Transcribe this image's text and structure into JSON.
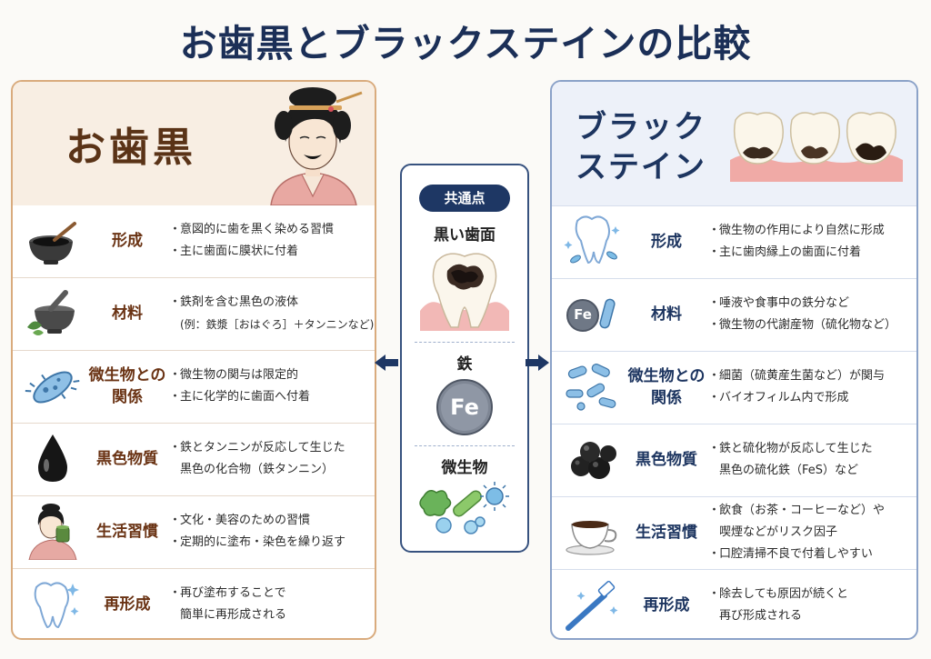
{
  "title": "お歯黒とブラックステインの比較",
  "left": {
    "header": "お歯黒",
    "rows": [
      {
        "label": "形成",
        "bullets": [
          "意図的に歯を黒く染める習慣",
          "主に歯面に膜状に付着"
        ]
      },
      {
        "label": "材料",
        "bullets": [
          "鉄剤を含む黒色の液体",
          "(例：鉄漿［おはぐろ］＋タンニンなど)"
        ]
      },
      {
        "label": "微生物との関係",
        "bullets": [
          "微生物の関与は限定的",
          "主に化学的に歯面へ付着"
        ]
      },
      {
        "label": "黒色物質",
        "bullets": [
          "鉄とタンニンが反応して生じた",
          "黒色の化合物（鉄タンニン）"
        ]
      },
      {
        "label": "生活習慣",
        "bullets": [
          "文化・美容のための習慣",
          "定期的に塗布・染色を繰り返す"
        ]
      },
      {
        "label": "再形成",
        "bullets": [
          "再び塗布することで",
          "簡単に再形成される"
        ]
      }
    ]
  },
  "right": {
    "header_line1": "ブラック",
    "header_line2": "ステイン",
    "rows": [
      {
        "label": "形成",
        "bullets": [
          "微生物の作用により自然に形成",
          "主に歯肉縁上の歯面に付着"
        ]
      },
      {
        "label": "材料",
        "bullets": [
          "唾液や食事中の鉄分など",
          "微生物の代謝産物（硫化物など）"
        ]
      },
      {
        "label": "微生物との関係",
        "bullets": [
          "細菌（硫黄産生菌など）が関与",
          "バイオフィルム内で形成"
        ]
      },
      {
        "label": "黒色物質",
        "bullets": [
          "鉄と硫化物が反応して生じた",
          "黒色の硫化鉄（FeS）など"
        ]
      },
      {
        "label": "生活習慣",
        "bullets": [
          "飲食（お茶・コーヒーなど）や",
          "喫煙などがリスク因子",
          "口腔清掃不良で付着しやすい"
        ]
      },
      {
        "label": "再形成",
        "bullets": [
          "除去しても原因が続くと",
          "再び形成される"
        ]
      }
    ]
  },
  "center": {
    "badge": "共通点",
    "items": [
      "黒い歯面",
      "鉄",
      "微生物"
    ],
    "fe_symbol": "Fe"
  },
  "bullet_char": "・",
  "colors": {
    "left_border": "#d9ab7d",
    "right_border": "#8ba2c8",
    "title": "#1b2f57",
    "left_label": "#6a3314",
    "right_label": "#1d3560"
  },
  "icons": {
    "left": [
      "mortar-icon",
      "mortar-herb-icon",
      "microbe-icon",
      "black-drop-icon",
      "woman-drinking-icon",
      "tooth-sparkle-icon"
    ],
    "right": [
      "tooth-bacteria-icon",
      "iron-fe-icon",
      "bacteria-cluster-icon",
      "black-spheres-icon",
      "coffee-cup-icon",
      "toothbrush-icon"
    ]
  }
}
